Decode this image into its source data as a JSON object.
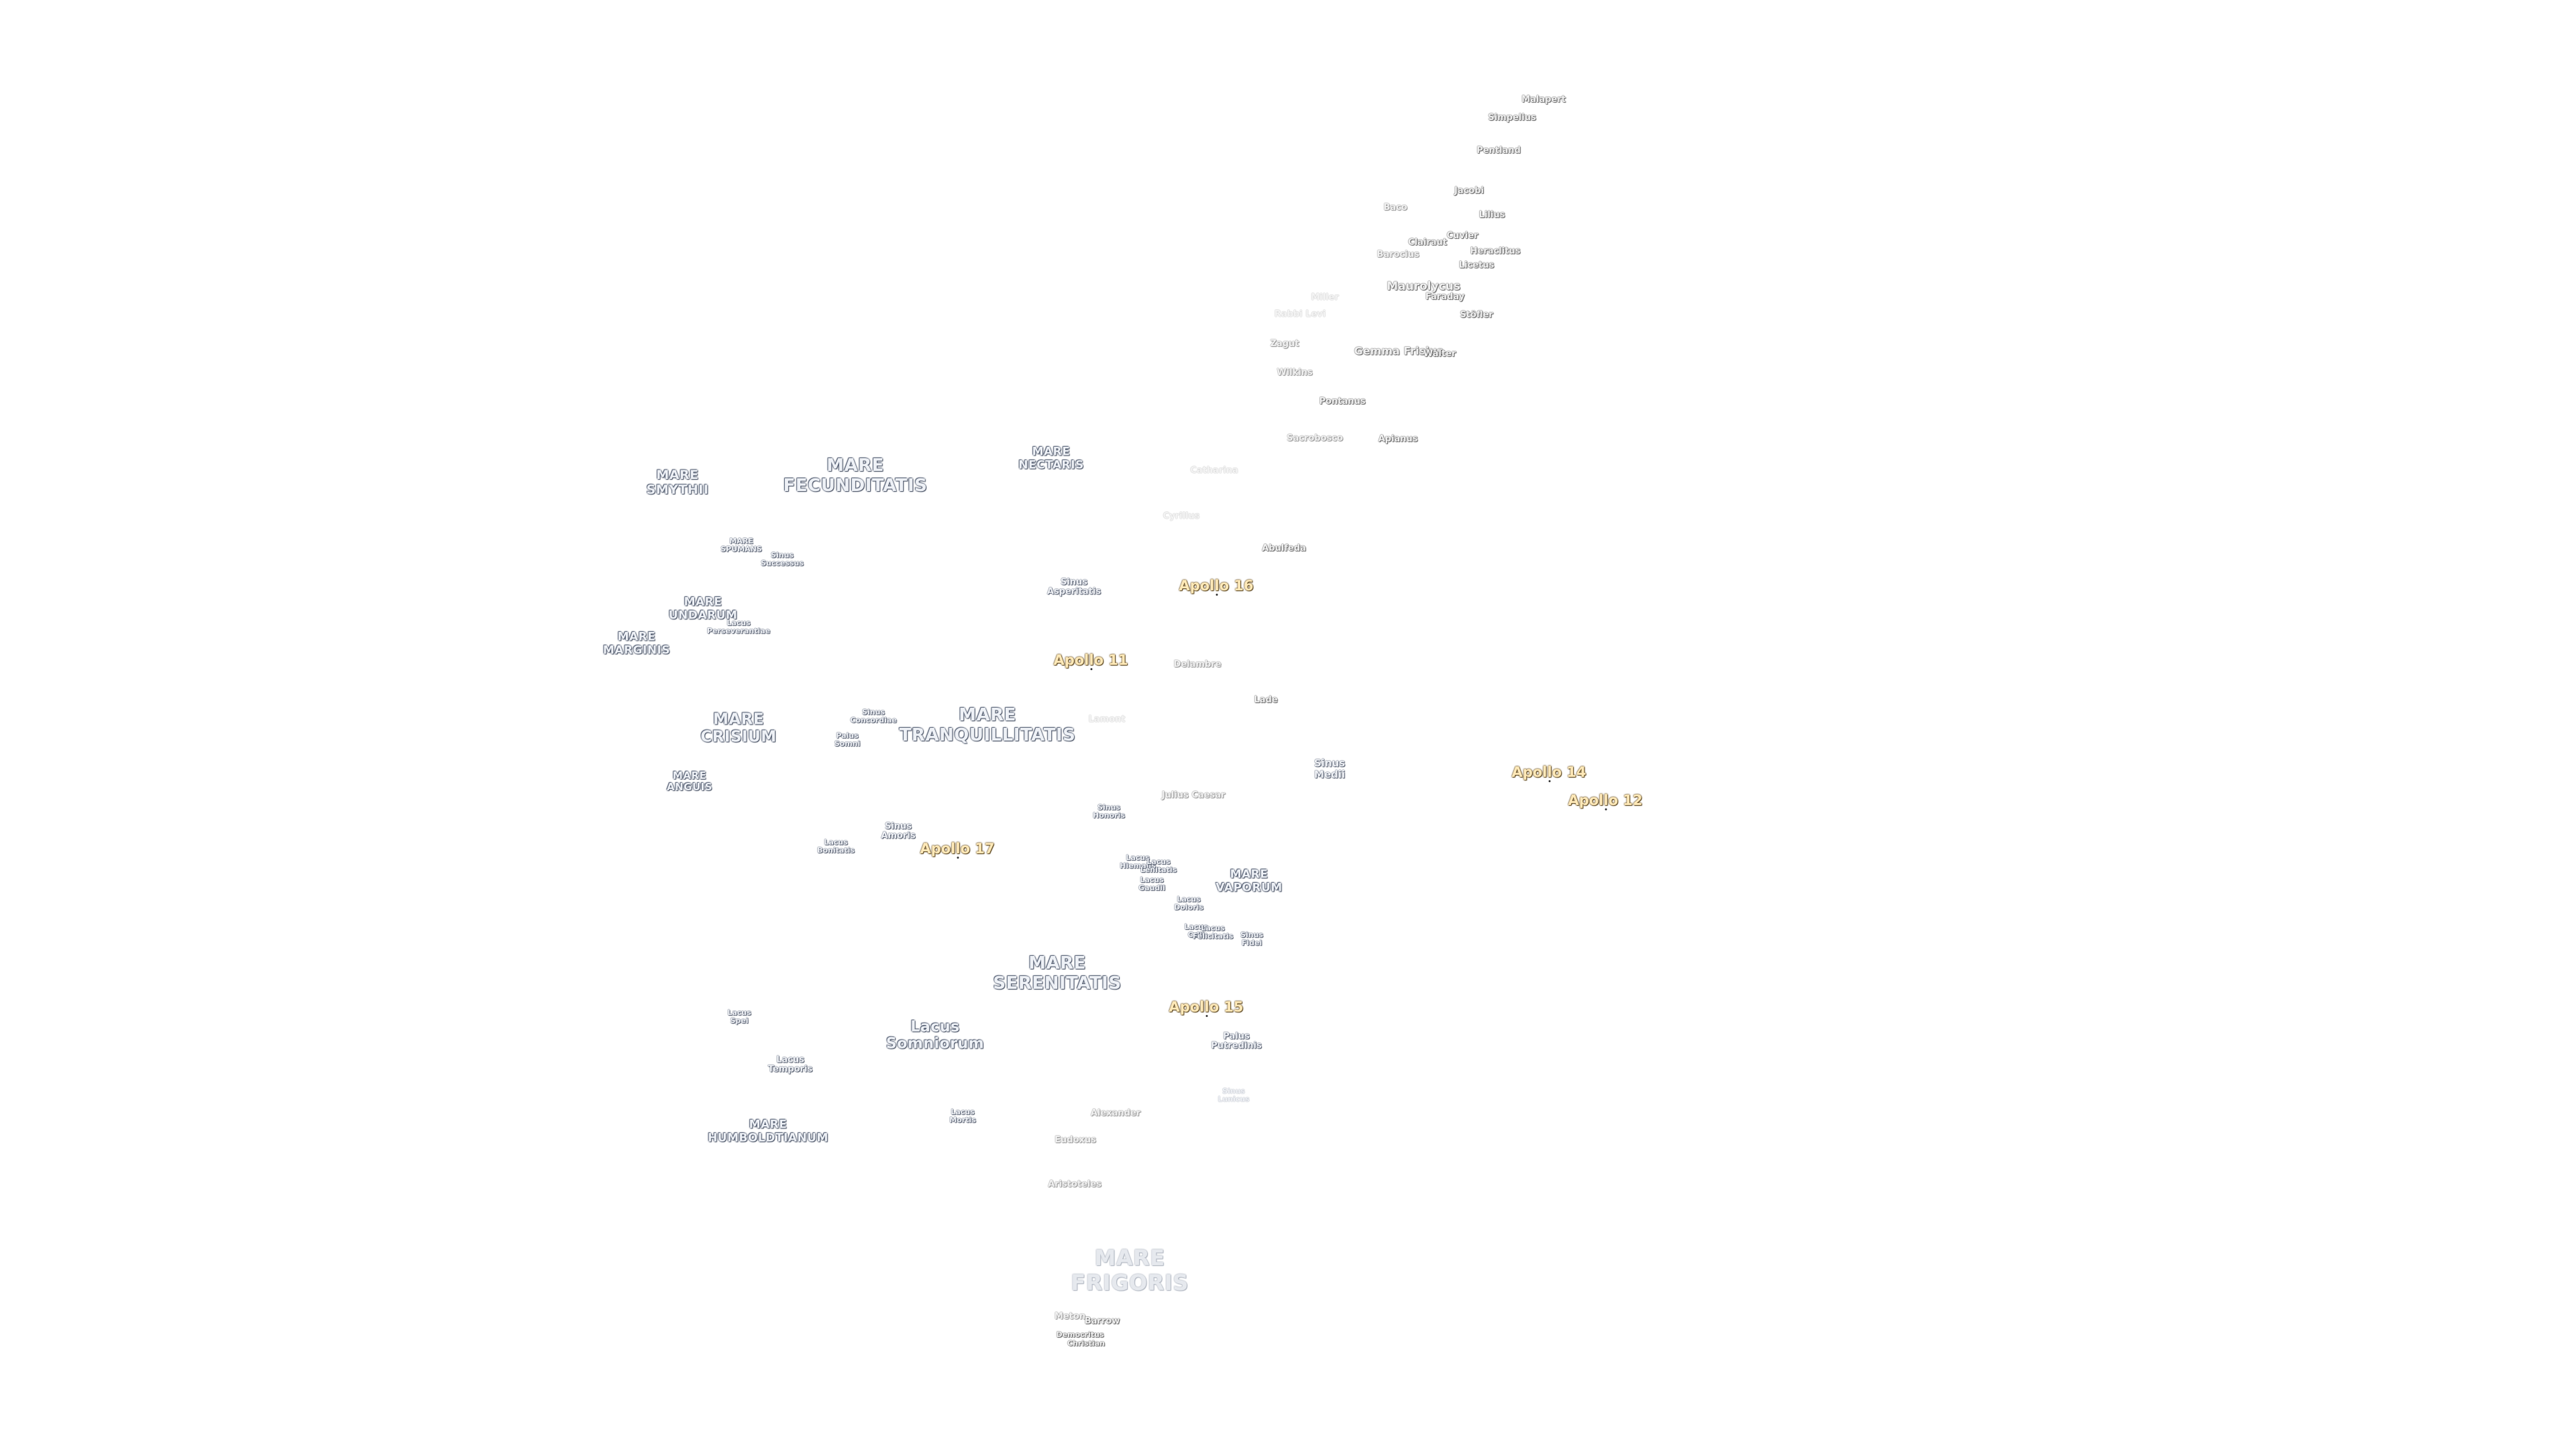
{
  "map": {
    "maria": [
      {
        "id": "mare-smythii",
        "text": "MARE\nSMYTHII"
      },
      {
        "id": "mare-fecunditatis",
        "text": "MARE\nFECUNDITATIS"
      },
      {
        "id": "mare-nectaris",
        "text": "MARE\nNECTARIS"
      },
      {
        "id": "mare-undarum",
        "text": "MARE\nUNDARUM"
      },
      {
        "id": "mare-marginis",
        "text": "MARE\nMARGINIS"
      },
      {
        "id": "mare-crisium",
        "text": "MARE\nCRISIUM"
      },
      {
        "id": "mare-tranquillitatis",
        "text": "MARE\nTRANQUILLITATIS"
      },
      {
        "id": "mare-anguis",
        "text": "MARE\nANGUIS"
      },
      {
        "id": "mare-vaporum",
        "text": "MARE\nVAPORUM"
      },
      {
        "id": "mare-serenitatis",
        "text": "MARE\nSERENITATIS"
      },
      {
        "id": "lacus-somniorum",
        "text": "Lacus\nSomniorum"
      },
      {
        "id": "mare-humboldtianum",
        "text": "MARE\nHUMBOLDTIANUM"
      },
      {
        "id": "mare-frigoris",
        "text": "MARE\nFRIGORIS"
      }
    ],
    "small_features": [
      {
        "id": "mare-spumans",
        "text": "MARE\nSPUMANS"
      },
      {
        "id": "sinus-successus",
        "text": "Sinus\nSuccessus"
      },
      {
        "id": "lacus-perseverantiae",
        "text": "Lacus\nPerseverantiae"
      },
      {
        "id": "sinus-asperitatis",
        "text": "Sinus\nAsperitatis"
      },
      {
        "id": "sinus-concordiae",
        "text": "Sinus\nConcordiae"
      },
      {
        "id": "palus-somni",
        "text": "Palus\nSomni"
      },
      {
        "id": "sinus-amoris",
        "text": "Sinus\nAmoris"
      },
      {
        "id": "lacus-bonitatis",
        "text": "Lacus\nBonitatis"
      },
      {
        "id": "sinus-honoris",
        "text": "Sinus\nHonoris"
      },
      {
        "id": "lacus-hiemalis",
        "text": "Lacus\nHiemalis"
      },
      {
        "id": "lacus-lenitatis",
        "text": "Lacus\nLenitatis"
      },
      {
        "id": "lacus-gaudii",
        "text": "Lacus\nGaudii"
      },
      {
        "id": "lacus-doloris",
        "text": "Lacus\nDoloris"
      },
      {
        "id": "lacus-odii",
        "text": "Lacus\nOdii"
      },
      {
        "id": "lacus-felicitatis",
        "text": "Lacus\nFelicitatis"
      },
      {
        "id": "sinus-fidei",
        "text": "Sinus\nFidei"
      },
      {
        "id": "lacus-spei",
        "text": "Lacus\nSpei"
      },
      {
        "id": "lacus-temporis",
        "text": "Lacus\nTemporis"
      },
      {
        "id": "lacus-mortis",
        "text": "Lacus\nMortis"
      },
      {
        "id": "sinus-medii",
        "text": "Sinus\nMedii"
      },
      {
        "id": "palus-putredinis",
        "text": "Palus\nPutredinis"
      },
      {
        "id": "sinus-lunicus",
        "text": "Sinus\nLunicus"
      }
    ],
    "craters": [
      {
        "id": "malapert",
        "text": "Malapert"
      },
      {
        "id": "simpelius",
        "text": "Simpelius"
      },
      {
        "id": "pentland",
        "text": "Pentland"
      },
      {
        "id": "jacobi",
        "text": "Jacobi"
      },
      {
        "id": "licetus",
        "text": "Licetus"
      },
      {
        "id": "lilius",
        "text": "Lilius"
      },
      {
        "id": "baco",
        "text": "Baco"
      },
      {
        "id": "clairaut",
        "text": "Clairaut"
      },
      {
        "id": "cuvier",
        "text": "Cuvier"
      },
      {
        "id": "barocius",
        "text": "Barocius"
      },
      {
        "id": "heraclitus",
        "text": "Heraclitus"
      },
      {
        "id": "maurolycus",
        "text": "Maurolycus"
      },
      {
        "id": "faraday",
        "text": "Faraday"
      },
      {
        "id": "miller",
        "text": "Miller"
      },
      {
        "id": "stoefler",
        "text": "Stöfler"
      },
      {
        "id": "rabbi-levi",
        "text": "Rabbi Levi"
      },
      {
        "id": "zagut",
        "text": "Zagut"
      },
      {
        "id": "gemma-frisius",
        "text": "Gemma Frisius"
      },
      {
        "id": "walter",
        "text": "Walter"
      },
      {
        "id": "wilkins",
        "text": "Wilkins"
      },
      {
        "id": "pontanus",
        "text": "Pontanus"
      },
      {
        "id": "sacrobosco",
        "text": "Sacrobosco"
      },
      {
        "id": "apianus",
        "text": "Apianus"
      },
      {
        "id": "catharina",
        "text": "Catharina"
      },
      {
        "id": "cyrillus",
        "text": "Cyrillus"
      },
      {
        "id": "abulfeda",
        "text": "Abulfeda"
      },
      {
        "id": "delambre",
        "text": "Delambre"
      },
      {
        "id": "lade",
        "text": "Lade"
      },
      {
        "id": "lamont",
        "text": "Lamont"
      },
      {
        "id": "julius-caesar",
        "text": "Julius Caesar"
      },
      {
        "id": "alexander",
        "text": "Alexander"
      },
      {
        "id": "eudoxus",
        "text": "Eudoxus"
      },
      {
        "id": "aristoteles",
        "text": "Aristoteles"
      },
      {
        "id": "meton",
        "text": "Meton"
      },
      {
        "id": "barrow",
        "text": "Barrow"
      },
      {
        "id": "democritus",
        "text": "Democritus"
      },
      {
        "id": "christian",
        "text": "Christian"
      }
    ],
    "landing_sites": [
      {
        "id": "apollo-16",
        "text": "Apollo 16"
      },
      {
        "id": "apollo-11",
        "text": "Apollo 11"
      },
      {
        "id": "apollo-14",
        "text": "Apollo 14"
      },
      {
        "id": "apollo-12",
        "text": "Apollo 12"
      },
      {
        "id": "apollo-17",
        "text": "Apollo 17"
      },
      {
        "id": "apollo-15",
        "text": "Apollo 15"
      }
    ]
  }
}
